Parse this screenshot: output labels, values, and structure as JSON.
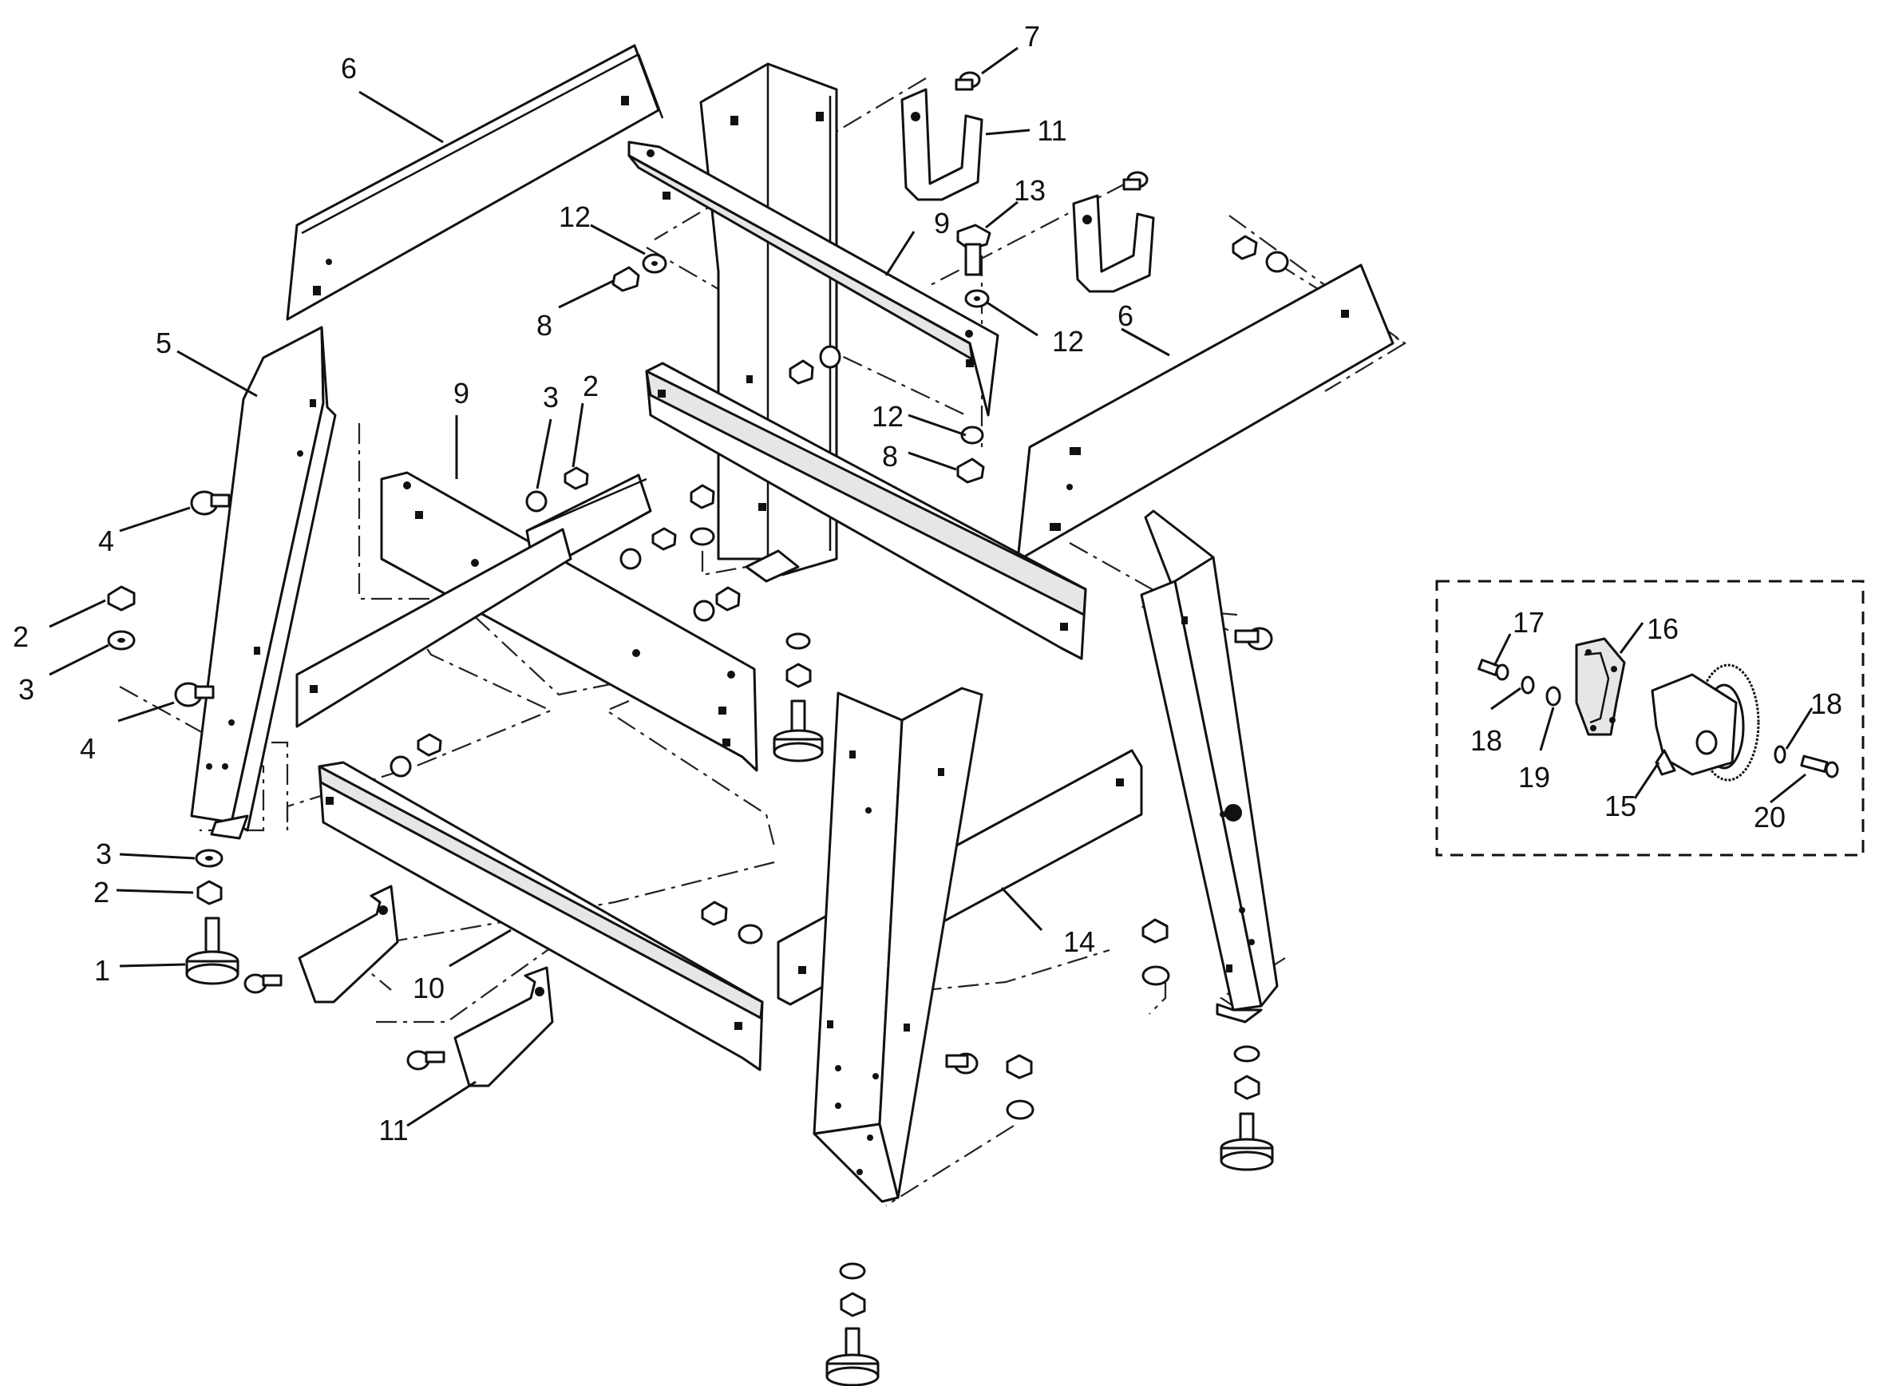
{
  "callouts": {
    "c1": "1",
    "c2a": "2",
    "c2b": "2",
    "c2c": "2",
    "c3a": "3",
    "c3b": "3",
    "c3c": "3",
    "c4a": "4",
    "c4b": "4",
    "c5": "5",
    "c6a": "6",
    "c6b": "6",
    "c7": "7",
    "c8a": "8",
    "c8b": "8",
    "c9a": "9",
    "c9b": "9",
    "c10": "10",
    "c11a": "11",
    "c11b": "11",
    "c12a": "12",
    "c12b": "12",
    "c12c": "12",
    "c13": "13",
    "c14": "14",
    "c15": "15",
    "c16": "16",
    "c17": "17",
    "c18a": "18",
    "c18b": "18",
    "c19": "19",
    "c20": "20"
  }
}
